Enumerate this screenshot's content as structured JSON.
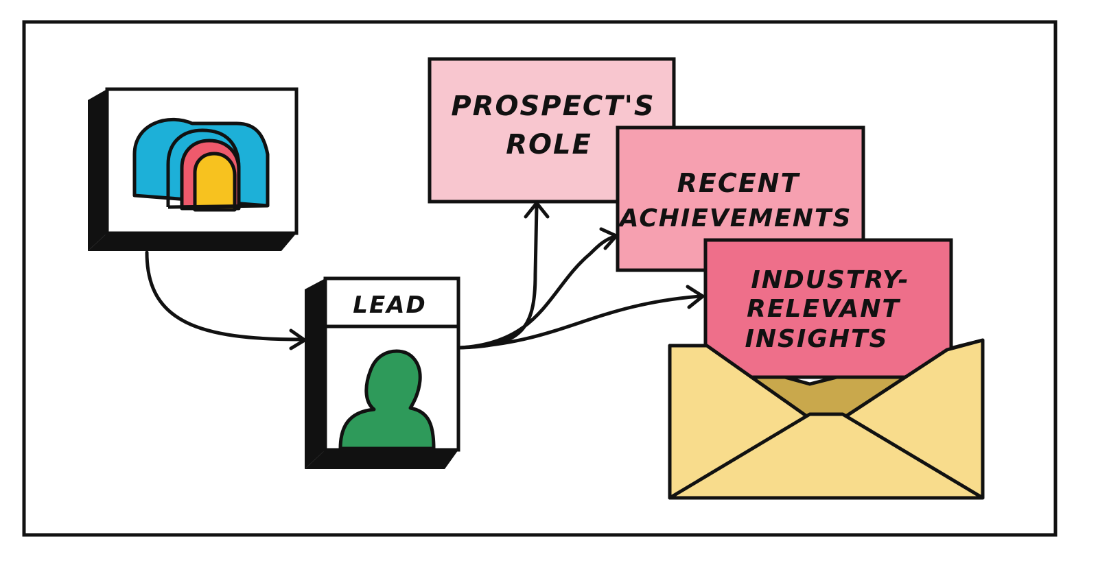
{
  "diagram": {
    "lead_label": "LEAD",
    "cards": [
      {
        "lines": [
          "PROSPECT'S",
          "ROLE"
        ],
        "color": "#f8c6cf"
      },
      {
        "lines": [
          "RECENT",
          "ACHIEVEMENTS"
        ],
        "color": "#f6a0b0"
      },
      {
        "lines": [
          "INDUSTRY-",
          "RELEVANT",
          "INSIGHTS"
        ],
        "color": "#ee6f8a"
      }
    ],
    "colors": {
      "outline": "#111111",
      "shadow": "#111111",
      "rainbow_outer": "#1db0d8",
      "rainbow_middle": "#ef5a6c",
      "rainbow_inner": "#f7c21f",
      "person": "#2e9a5a",
      "envelope": "#f8dc8c",
      "envelope_inside": "#c9a84c"
    },
    "icons": [
      "rainbow-icon",
      "person-icon",
      "envelope-icon"
    ]
  }
}
